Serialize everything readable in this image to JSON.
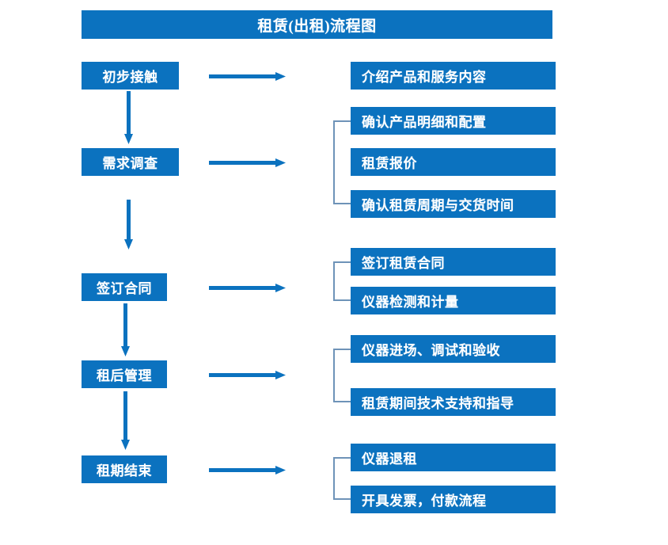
{
  "title": "租赁(出租)流程图",
  "colors": {
    "box_blue": "#0B72BF",
    "arrow_blue": "#0B72BF",
    "bracket_gray_blue": "#6E93B8",
    "text_white": "#FFFFFF",
    "background": "#FFFFFF"
  },
  "stages": [
    {
      "label": "初步接触"
    },
    {
      "label": "需求调查"
    },
    {
      "label": "签订合同"
    },
    {
      "label": "租后管理"
    },
    {
      "label": "租期结束"
    }
  ],
  "details": [
    {
      "label": "介绍产品和服务内容"
    },
    {
      "label": "确认产品明细和配置"
    },
    {
      "label": "租赁报价"
    },
    {
      "label": "确认租赁周期与交货时间"
    },
    {
      "label": "签订租赁合同"
    },
    {
      "label": "仪器检测和计量"
    },
    {
      "label": "仪器进场、调试和验收"
    },
    {
      "label": "租赁期间技术支持和指导"
    },
    {
      "label": "仪器退租"
    },
    {
      "label": "开具发票，付款流程"
    }
  ],
  "connectors": {
    "horizontal_arrow_count": 5,
    "vertical_arrow_count": 4,
    "bracket_count": 4,
    "arrow_icon": "right-arrow",
    "down_arrow_icon": "down-arrow",
    "bracket_icon": "group-bracket"
  }
}
